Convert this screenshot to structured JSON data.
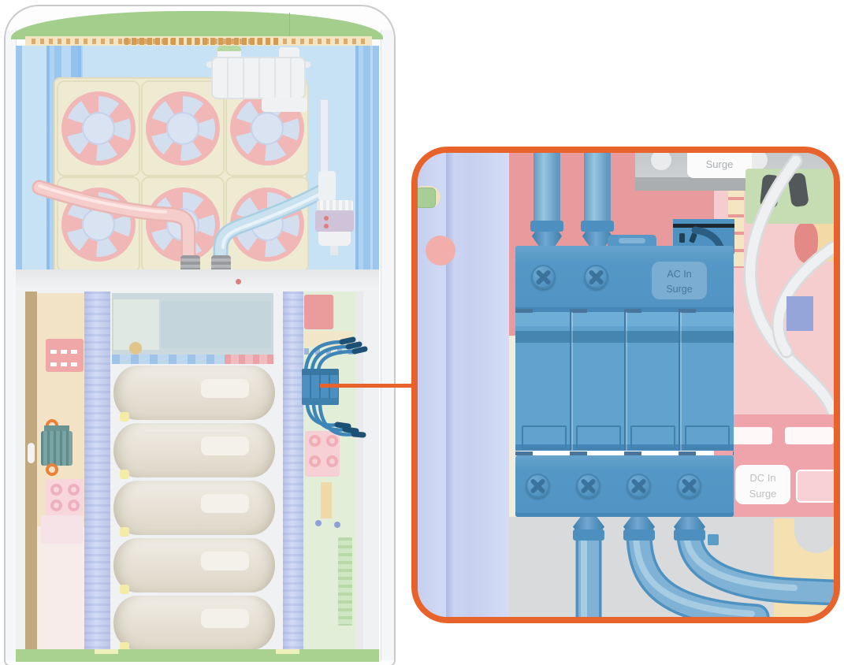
{
  "palette": {
    "accent_orange": "#E8632C",
    "breaker_blue": "#5697C6",
    "breaker_blue_dark": "#3F7DA9",
    "cable_blue": "#7FB2D4",
    "cabinet_green": "#A3CE8C",
    "top_panel_blue": "#C7E1F5",
    "busbar_lavender": "#C8D2EF",
    "capacitor_beige": "#EAE6DC",
    "faded_red": "#E99A9C",
    "faded_pink": "#F5CDCF"
  },
  "callout": {
    "top_device_label": "Surge",
    "ac_label": {
      "line1": "AC In",
      "line2": "Surge"
    },
    "dc_label": {
      "line1": "DC In",
      "line2": "Surge"
    }
  }
}
